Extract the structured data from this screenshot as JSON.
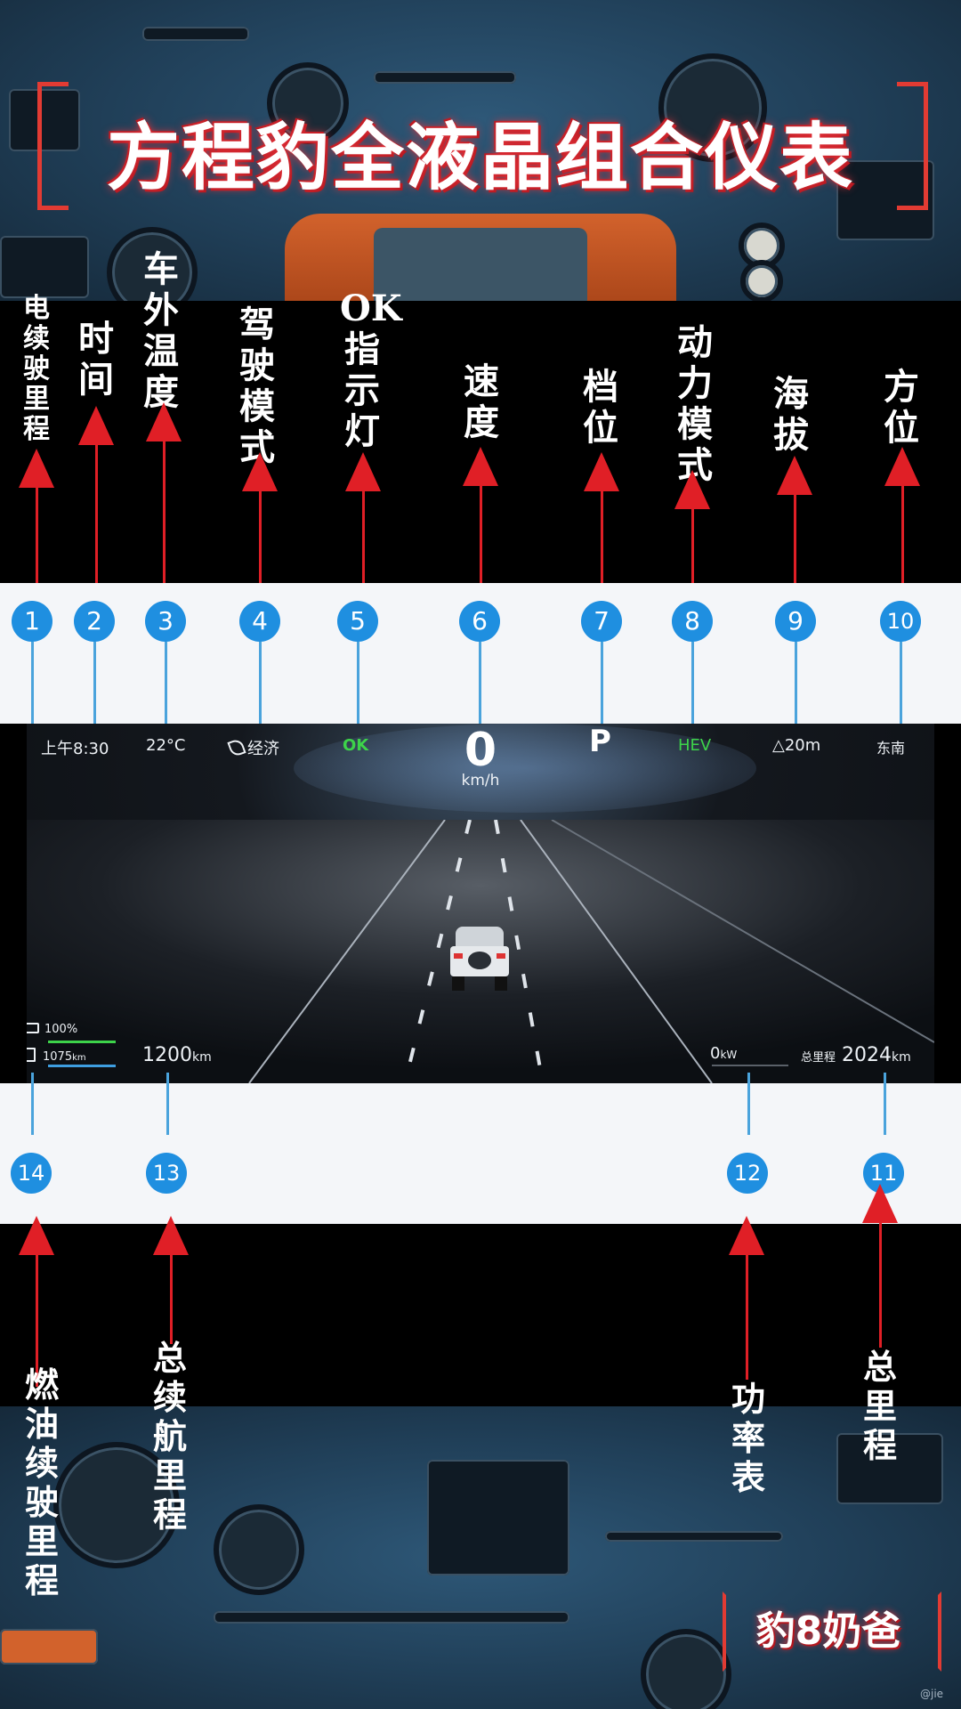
{
  "title": "方程豹全液晶组合仪表",
  "brand": "豹8奶爸",
  "watermark": "@jie",
  "labels_top": [
    {
      "num": "1",
      "text": "电续驶里程"
    },
    {
      "num": "2",
      "text": "时间"
    },
    {
      "num": "3",
      "text": "车外温度"
    },
    {
      "num": "4",
      "text": "驾驶模式"
    },
    {
      "num": "5",
      "text": "OK指示灯"
    },
    {
      "num": "6",
      "text": "速度"
    },
    {
      "num": "7",
      "text": "档位"
    },
    {
      "num": "8",
      "text": "动力模式"
    },
    {
      "num": "9",
      "text": "海拔"
    },
    {
      "num": "10",
      "text": "方位"
    }
  ],
  "labels_bottom": [
    {
      "num": "14",
      "text": "燃油续驶里程"
    },
    {
      "num": "13",
      "text": "总续航里程"
    },
    {
      "num": "12",
      "text": "功率表"
    },
    {
      "num": "11",
      "text": "总里程"
    }
  ],
  "cluster": {
    "time": "上午8:30",
    "temperature": "22°C",
    "drive_mode": "经济",
    "ok_indicator": "OK",
    "speed": "0",
    "speed_unit": "km/h",
    "gear": "P",
    "power_mode": "HEV",
    "altitude": "20",
    "altitude_unit": "m",
    "direction": "东南",
    "battery_percent": "100%",
    "battery_level": 1.0,
    "fuel_range": "1075",
    "fuel_range_unit": "km",
    "total_range": "1200",
    "total_range_unit": "km",
    "power": "0",
    "power_unit": "kW",
    "odometer_label": "总里程",
    "odometer": "2024",
    "odometer_unit": "km"
  },
  "colors": {
    "accent_red": "#e01f26",
    "badge_blue": "#1f8fe0",
    "cluster_green": "#3dd34a"
  }
}
